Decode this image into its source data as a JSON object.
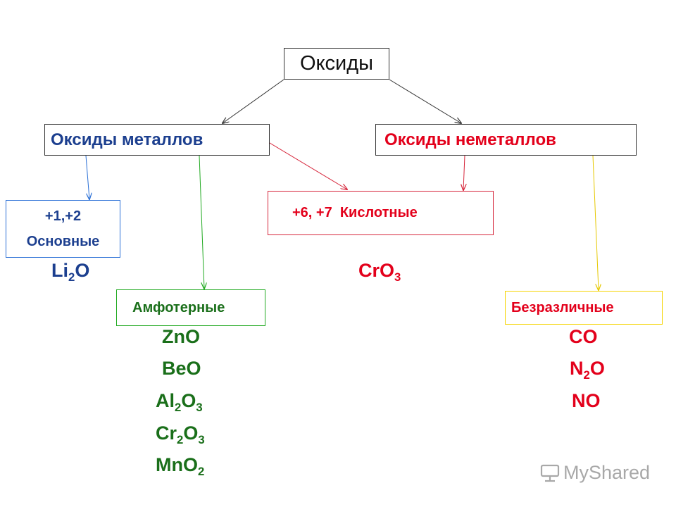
{
  "root": {
    "label": "Оксиды"
  },
  "metals": {
    "label": "Оксиды металлов"
  },
  "nonmetals": {
    "label": "Оксиды неметаллов"
  },
  "basic": {
    "charge": "+1,+2",
    "label": "Основные",
    "example": {
      "el1": "Li",
      "n1": "2",
      "el2": "O"
    }
  },
  "acidic": {
    "label": "+6, +7  Кислотные",
    "example": {
      "el1": "CrO",
      "n1": "3"
    }
  },
  "amphoteric": {
    "label": "Амфотерные",
    "examples": [
      {
        "a": "ZnO"
      },
      {
        "a": "BeO"
      },
      {
        "a": "Al",
        "an": "2",
        "b": "O",
        "bn": "3"
      },
      {
        "a": "Cr",
        "an": "2",
        "b": "O",
        "bn": "3"
      },
      {
        "a": "MnO",
        "an": "2"
      }
    ]
  },
  "indifferent": {
    "label": "Безразличные",
    "examples": [
      {
        "a": "CO"
      },
      {
        "a": "N",
        "an": "2",
        "b": "O"
      },
      {
        "a": "NO"
      }
    ]
  },
  "watermark": {
    "text": "MyShared"
  },
  "colors": {
    "blue": "#1c3f8f",
    "red": "#e3001b",
    "green": "#1a6f1a",
    "amphoteric_border": "#22aa22",
    "indifferent_border": "#f5d400",
    "basic_border": "#2a6fd6",
    "acidic_border": "#d6263b"
  }
}
